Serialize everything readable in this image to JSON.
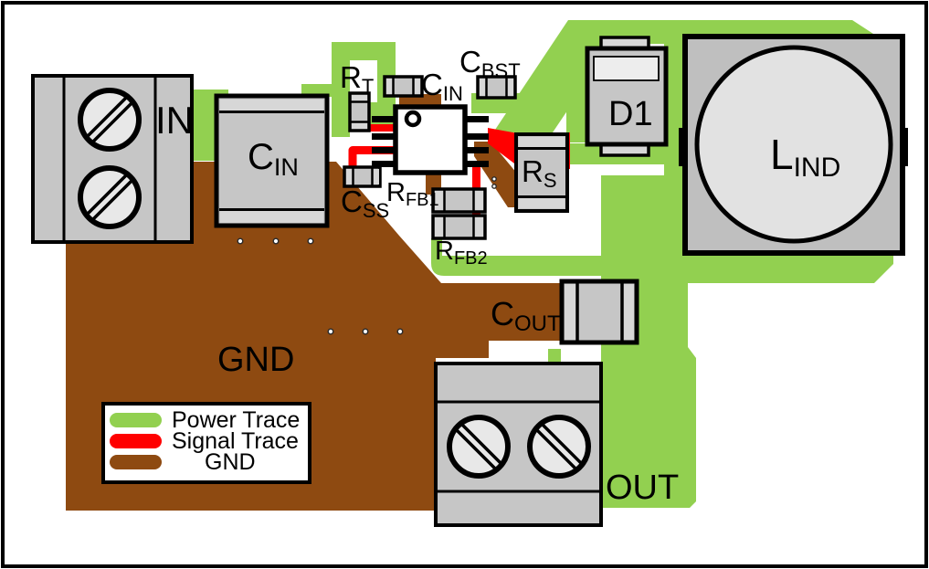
{
  "labels": {
    "in": "IN",
    "out": "OUT",
    "gnd": "GND",
    "d1": "D1",
    "cin_bulk": {
      "main": "C",
      "sub": "IN"
    },
    "rt": {
      "main": "R",
      "sub": "T"
    },
    "cin_small": {
      "main": "C",
      "sub": "IN"
    },
    "cbst": {
      "main": "C",
      "sub": "BST"
    },
    "css": {
      "main": "C",
      "sub": "SS"
    },
    "rfb1": {
      "main": "R",
      "sub": "FB1"
    },
    "rfb2": {
      "main": "R",
      "sub": "FB2"
    },
    "rs": {
      "main": "R",
      "sub": "S"
    },
    "lind": {
      "main": "L",
      "sub": "IND"
    },
    "cout": {
      "main": "C",
      "sub": "OUT"
    }
  },
  "legend": {
    "items": [
      {
        "label": "Power Trace",
        "color": "#92D050"
      },
      {
        "label": "Signal Trace",
        "color": "#FF0000"
      },
      {
        "label": "GND",
        "color": "#8E4A11"
      }
    ]
  },
  "colors": {
    "power_trace": "#92D050",
    "signal_trace": "#FF0000",
    "gnd_plane": "#8E4A11",
    "component_gray": "#C6C6C6",
    "board": "#FFFFFF",
    "outline": "#000000"
  }
}
